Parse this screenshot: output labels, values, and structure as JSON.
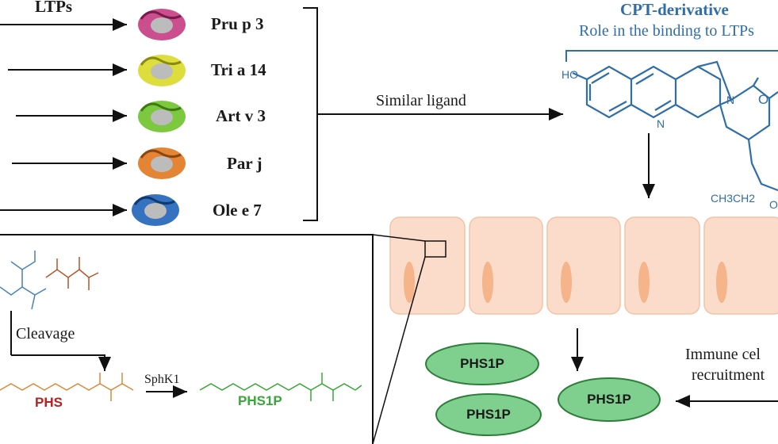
{
  "header": {
    "ltps_label": "LTPs"
  },
  "proteins": [
    {
      "label": "Pru p 3",
      "color": "#c2307a"
    },
    {
      "label": "Tri a 14",
      "color": "#d9d929"
    },
    {
      "label": "Art v 3",
      "color": "#6ec22a"
    },
    {
      "label": "Par j",
      "color": "#e0781f"
    },
    {
      "label": "Ole e 7",
      "color": "#1f63b8"
    }
  ],
  "similar_ligand": "Similar ligand",
  "cpt": {
    "title": "CPT-derivative",
    "subtitle": "Role in the binding to LTPs",
    "title_color": "#2f6ea8",
    "ho": "HO",
    "n1": "N",
    "n2": "N",
    "o": "O",
    "ch3ch2": "CH3CH2",
    "o2": "O"
  },
  "inset": {
    "cleavage": "Cleavage",
    "sphk1": "SphK1",
    "phs": "PHS",
    "phs1p": "PHS1P",
    "phs_color": "#b52222",
    "phs1p_color": "#3aa63a"
  },
  "ellipses": [
    {
      "label": "PHS1P"
    },
    {
      "label": "PHS1P"
    },
    {
      "label": "PHS1P"
    }
  ],
  "immune": {
    "line1": "Immune cel",
    "line2": "recruitment"
  },
  "colors": {
    "cell_fill": "#fbdccb",
    "nucleus": "#f5b48a",
    "ellipse_fill": "#7fcf8f",
    "ellipse_stroke": "#2e7d3a"
  }
}
